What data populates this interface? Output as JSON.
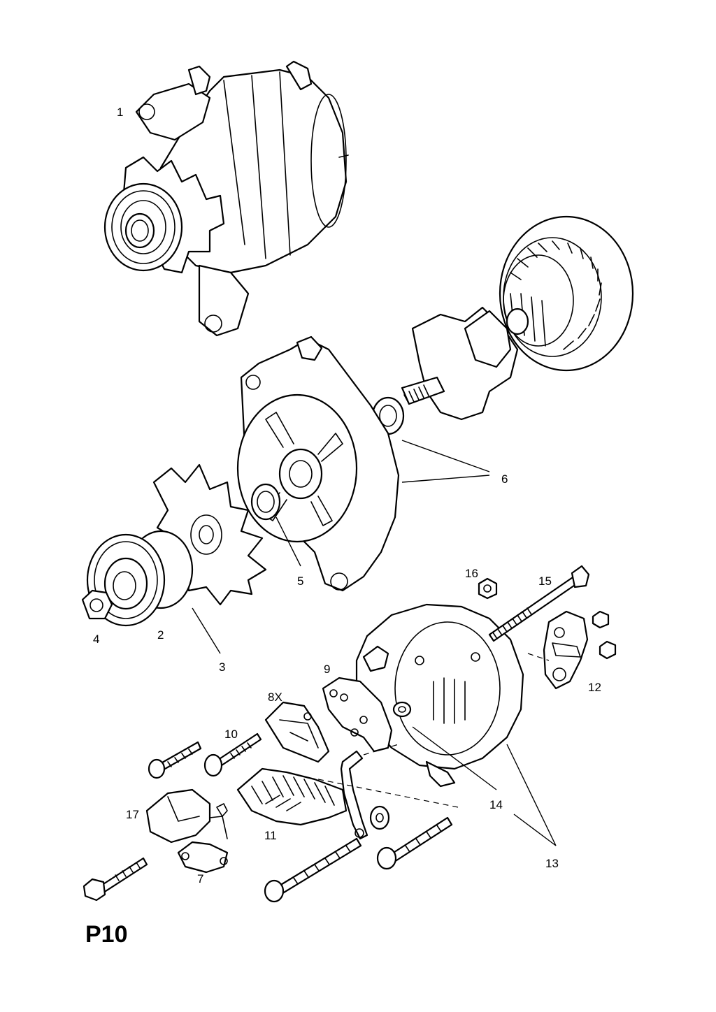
{
  "callouts": {
    "c1": "1",
    "c2": "2",
    "c3": "3",
    "c4": "4",
    "c5": "5",
    "c6": "6",
    "c7": "7",
    "c8x": "8X",
    "c9": "9",
    "c10": "10",
    "c11": "11",
    "c12": "12",
    "c13": "13",
    "c14": "14",
    "c15": "15",
    "c16": "16",
    "c17": "17"
  },
  "page_code": "P10"
}
